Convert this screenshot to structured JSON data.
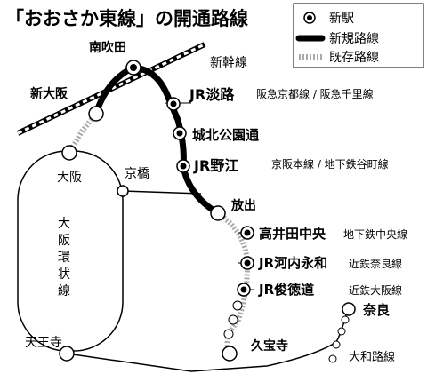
{
  "title": "「おおさか東線」の開通路線",
  "legend": {
    "new_station": "新駅",
    "new_line": "新規路線",
    "existing_line": "既存路線"
  },
  "lines": {
    "shinkansen": "新幹線",
    "osaka_loop": "大阪環状線",
    "yamatoji": "大和路線"
  },
  "stations": {
    "minami_suita": "南吹田",
    "shin_osaka": "新大阪",
    "jr_awaji": "JR淡路",
    "shirokita_koen_dori": "城北公園通",
    "jr_noe": "JR野江",
    "osaka": "大阪",
    "kyobashi": "京橋",
    "hanaten": "放出",
    "takaida_chuo": "高井田中央",
    "jr_kawachi_eiwa": "JR河内永和",
    "jr_shuntokumichi": "JR俊徳道",
    "nara": "奈良",
    "tennoji": "天王寺",
    "kyuhoji": "久宝寺"
  },
  "transfers": {
    "jr_awaji": "阪急京都線 / 阪急千里線",
    "jr_noe": "京阪本線 / 地下鉄谷町線",
    "takaida_chuo": "地下鉄中央線",
    "jr_kawachi_eiwa": "近鉄奈良線",
    "jr_shuntokumichi": "近鉄大阪線"
  },
  "colors": {
    "new_line": "#000000",
    "existing_line": "#aaaaaa",
    "background": "#ffffff"
  }
}
